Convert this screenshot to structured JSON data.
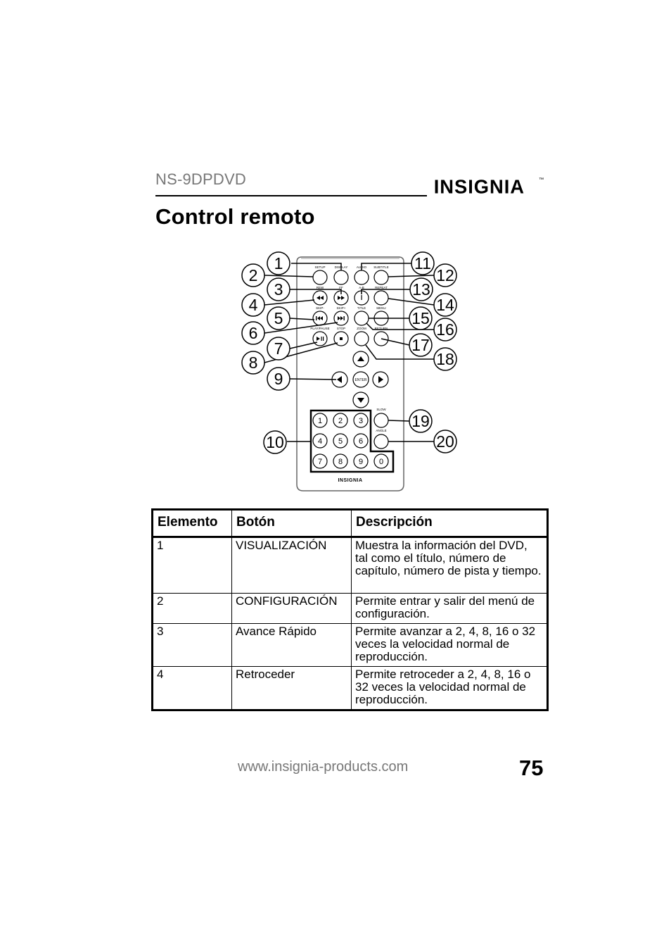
{
  "header": {
    "model": "NS-9DPDVD",
    "logo_text": "INSIGNIA",
    "logo_mark": "™"
  },
  "title": "Control remoto",
  "remote": {
    "top_labels": [
      "SETUP",
      "DISPLAY",
      "AUDIO",
      "SUBTITLE"
    ],
    "row2_labels": [
      "REW",
      "FF",
      "A-B",
      "REPEAT"
    ],
    "row3_labels": [
      "SKIP-",
      "SKIP+",
      "TITLE",
      "MENU"
    ],
    "row4_labels": [
      "PLAY/PAUSE",
      "STOP",
      "ZOOM",
      "RETURN"
    ],
    "enter_label": "ENTER",
    "slow_label": "SLOW",
    "angle_label": "ANGLE",
    "digits": [
      "1",
      "2",
      "3",
      "4",
      "5",
      "6",
      "7",
      "8",
      "9",
      "0"
    ],
    "logo_text": "INSIGNIA",
    "callouts": [
      "1",
      "2",
      "3",
      "4",
      "5",
      "6",
      "7",
      "8",
      "9",
      "10",
      "11",
      "12",
      "13",
      "14",
      "15",
      "16",
      "17",
      "18",
      "19",
      "20"
    ]
  },
  "table": {
    "headers": [
      "Elemento",
      "Botón",
      "Descripción"
    ],
    "rows": [
      {
        "item": "1",
        "button": "VISUALIZACIÓN",
        "description": "Muestra la información del DVD, tal como el título, número de capítulo, número de pista y tiempo."
      },
      {
        "item": "2",
        "button": "CONFIGURACIÓN",
        "description": "Permite entrar y salir del menú de configuración."
      },
      {
        "item": "3",
        "button": "Avance Rápido",
        "description": "Permite avanzar a 2, 4, 8, 16 o 32 veces la velocidad normal de reproducción."
      },
      {
        "item": "4",
        "button": "Retroceder",
        "description": "Permite retroceder a 2, 4, 8, 16 o 32 veces la velocidad normal de reproducción."
      }
    ]
  },
  "footer": {
    "url": "www.insignia-products.com",
    "page_number": "75"
  }
}
